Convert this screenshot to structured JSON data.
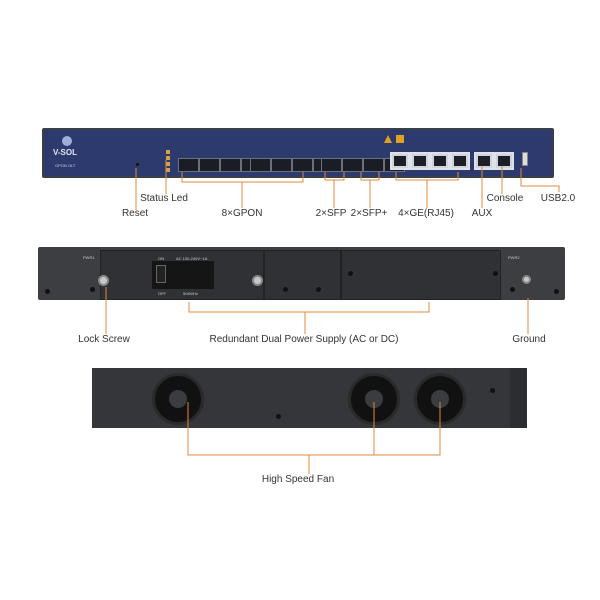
{
  "front_panel": {
    "brand": "V-SOL",
    "model": "GPON OLT",
    "callouts": {
      "reset": "Reset",
      "status_led": "Status Led",
      "gpon": "8×GPON",
      "sfp": "2×SFP",
      "sfp_plus": "2×SFP+",
      "ge": "4×GE(RJ45)",
      "aux": "AUX",
      "console": "Console",
      "usb": "USB2.0"
    }
  },
  "rear_panel": {
    "pwr1": "PWR1",
    "pwr2": "PWR2",
    "switch_on": "ON",
    "switch_off": "OFF",
    "ac_rating": "AC 100-240V~1A",
    "frequency": "50/60Hz",
    "callouts": {
      "lock_screw": "Lock Screw",
      "power_supply": "Redundant Dual Power Supply (AC or DC)",
      "ground": "Ground"
    }
  },
  "fan_panel": {
    "callouts": {
      "fan": "High Speed Fan"
    }
  },
  "colors": {
    "callout": "#e08a3c",
    "front": "#2d3a6e",
    "rear": "#3c3e42"
  }
}
